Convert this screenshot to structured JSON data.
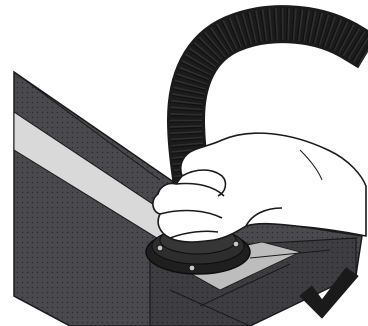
{
  "illustration": {
    "depicts": [
      "flexible-hose",
      "hand",
      "round-flange",
      "mounting-screws",
      "perforated-mat",
      "adhesive-strip",
      "check-mark-icon"
    ],
    "colors": {
      "ink": "#1a1a1a",
      "mat": "#4a4a4e",
      "mat_edge": "#2e2e32",
      "strip": "#d9d9d9",
      "hose": "#2b2b2b",
      "hose_ridge": "#111111",
      "skin": "#ffffff",
      "check": "#1a1a1a"
    },
    "status_icon": "check-mark-icon"
  }
}
